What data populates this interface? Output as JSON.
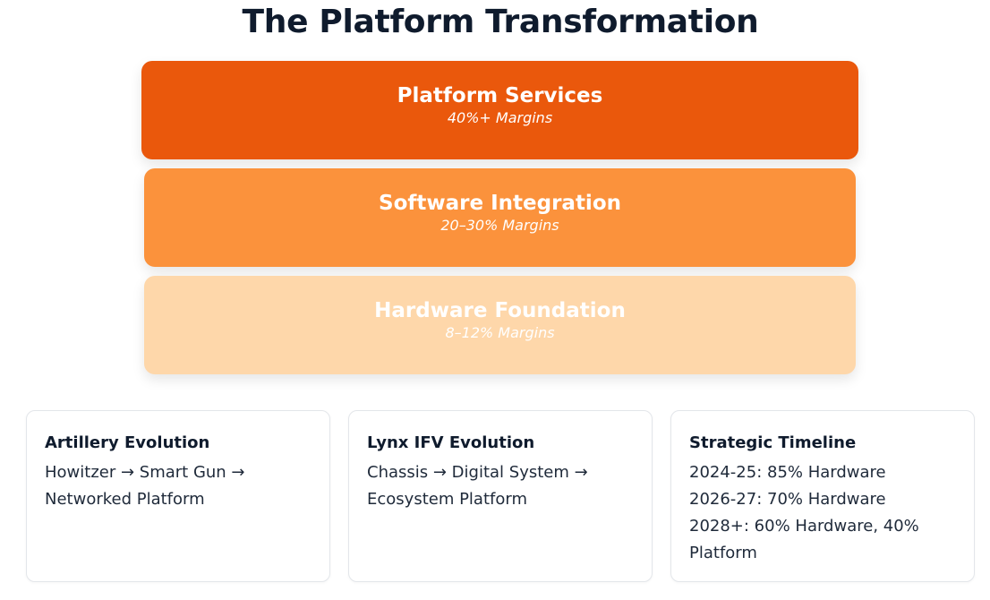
{
  "title": "The Platform Transformation",
  "layers": [
    {
      "name": "Platform Services",
      "margin": "40%+ Margins",
      "color": "#ea580c",
      "text_color": "#ffffff"
    },
    {
      "name": "Software Integration",
      "margin": "20–30% Margins",
      "color": "#fb923c",
      "text_color": "#ffffff"
    },
    {
      "name": "Hardware Foundation",
      "margin": "8–12% Margins",
      "color": "#fed7aa",
      "text_color": "#ffffff"
    }
  ],
  "cards": [
    {
      "heading": "Artillery Evolution",
      "lines": [
        "Howitzer → Smart Gun →",
        "Networked Platform"
      ]
    },
    {
      "heading": "Lynx IFV Evolution",
      "lines": [
        "Chassis → Digital System →",
        "Ecosystem Platform"
      ]
    },
    {
      "heading": "Strategic Timeline",
      "lines": [
        "2024-25: 85% Hardware",
        "2026-27: 70% Hardware",
        "2028+: 60% Hardware, 40%",
        "Platform"
      ]
    }
  ]
}
